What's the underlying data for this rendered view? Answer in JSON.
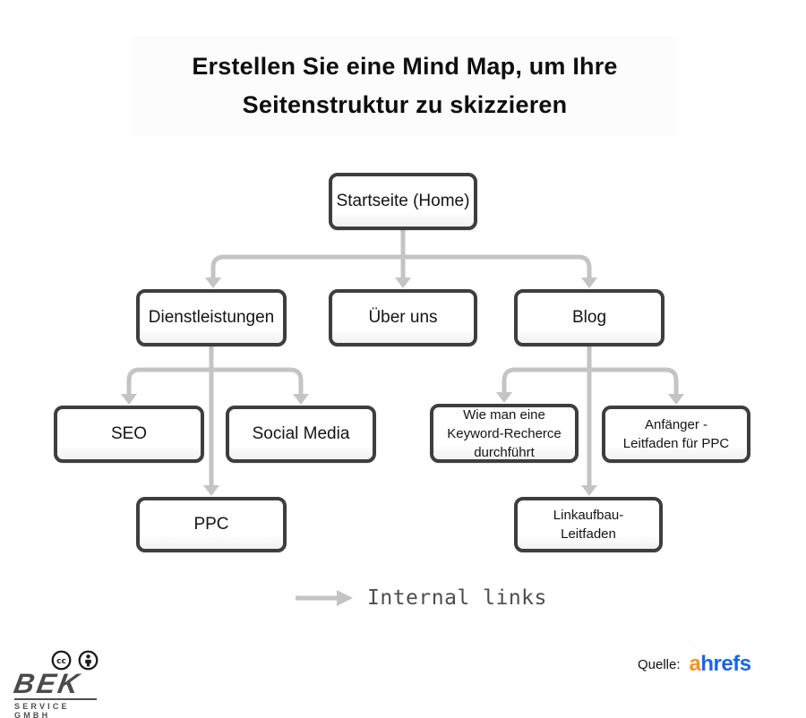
{
  "title": {
    "text": "Erstellen Sie eine Mind Map, um Ihre\nSeitenstruktur zu skizzieren"
  },
  "nodes": [
    {
      "id": "startseite",
      "label": "Startseite (Home)"
    },
    {
      "id": "dienstleistungen",
      "label": "Dienstleistungen"
    },
    {
      "id": "ueber-uns",
      "label": "Über uns"
    },
    {
      "id": "blog",
      "label": "Blog"
    },
    {
      "id": "seo",
      "label": "SEO"
    },
    {
      "id": "social-media",
      "label": "Social Media"
    },
    {
      "id": "keyword-recherche",
      "label": "Wie man eine\nKeyword-Recherce\ndurchführt"
    },
    {
      "id": "anfaenger-ppc",
      "label": "Anfänger -\nLeitfaden für PPC"
    },
    {
      "id": "ppc",
      "label": "PPC"
    },
    {
      "id": "linkaufbau",
      "label": "Linkaufbau-\nLeitfaden"
    }
  ],
  "diagram": {
    "type": "mindmap-tree",
    "root": "Startseite (Home)",
    "edges": [
      [
        "Startseite (Home)",
        "Dienstleistungen"
      ],
      [
        "Startseite (Home)",
        "Über uns"
      ],
      [
        "Startseite (Home)",
        "Blog"
      ],
      [
        "Dienstleistungen",
        "SEO"
      ],
      [
        "Dienstleistungen",
        "Social Media"
      ],
      [
        "Dienstleistungen",
        "PPC"
      ],
      [
        "Blog",
        "Wie man eine Keyword-Recherce durchführt"
      ],
      [
        "Blog",
        "Anfänger - Leitfaden für PPC"
      ],
      [
        "Blog",
        "Linkaufbau-Leitfaden"
      ]
    ],
    "edge_meaning": "Internal links"
  },
  "legend": {
    "label": "Internal links"
  },
  "footer": {
    "license_icons": [
      "cc-icon",
      "attribution-icon"
    ],
    "brand_name": "BEK",
    "brand_subtext": "SERVICE GMBH",
    "source_label": "Quelle:",
    "source_logo_first": "a",
    "source_logo_rest": "hrefs"
  },
  "colors": {
    "arrow": "#c4c4c4",
    "node_border": "#3e3e3e",
    "node_fill": "#ffffff",
    "legend_text": "#4d4d4d",
    "ahrefs_orange": "#f7941d",
    "ahrefs_blue": "#1a63ef",
    "title_text": "#0e0e0e"
  }
}
